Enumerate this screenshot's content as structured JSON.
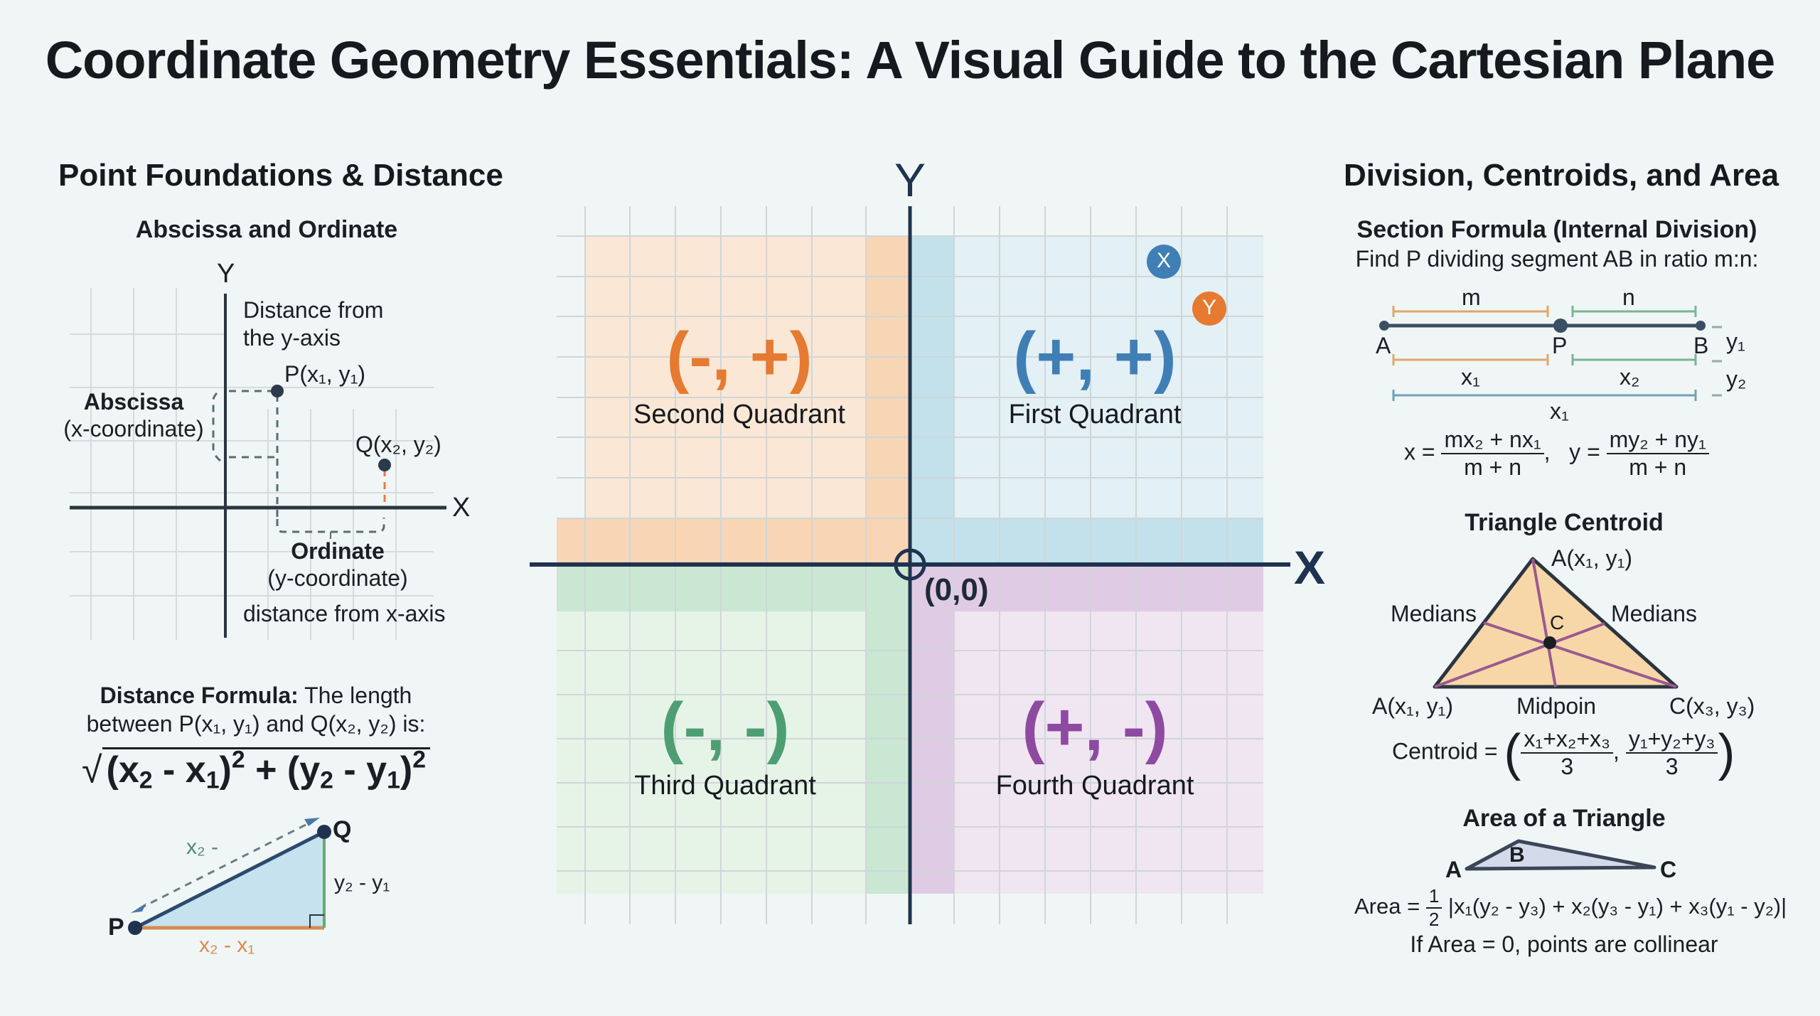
{
  "title": "Coordinate Geometry Essentials: A Visual Guide to the Cartesian Plane",
  "left_panel": {
    "heading": "Point Foundations & Distance",
    "abscissa_ordinate": {
      "subheading": "Abscissa and Ordinate",
      "y_axis_label": "Y",
      "x_axis_label": "X",
      "distance_from_y_line1": "Distance from",
      "distance_from_y_line2": "the y-axis",
      "point_p": "P(x₁, y₁)",
      "point_q": "Q(x₂, y₂)",
      "abscissa_label": "Abscissa",
      "abscissa_sub": "(x-coordinate)",
      "ordinate_label": "Ordinate",
      "ordinate_sub": "(y-coordinate)",
      "ordinate_desc": "distance from x-axis"
    },
    "distance": {
      "lead_bold": "Distance Formula:",
      "lead_rest": " The length",
      "line2": "between P(x₁, y₁) and Q(x₂, y₂) is:",
      "formula": "√((x₂ - x₁)² + (y₂ - y₁)²)",
      "point_p": "P",
      "point_q": "Q",
      "hyp_label": "x₂ -",
      "vertical_label": "y₂ - y₁",
      "horizontal_label": "x₂ - x₁"
    }
  },
  "center_panel": {
    "y_axis_label": "Y",
    "x_axis_label": "X",
    "origin_label": "(0,0)",
    "badge_x": "X",
    "badge_y": "Y",
    "quadrants": [
      {
        "sign": "(+, +)",
        "name": "First Quadrant",
        "color": "#3f7fb5"
      },
      {
        "sign": "(-, +)",
        "name": "Second Quadrant",
        "color": "#e67a30"
      },
      {
        "sign": "(-, -)",
        "name": "Third Quadrant",
        "color": "#4e9e74"
      },
      {
        "sign": "(+, -)",
        "name": "Fourth Quadrant",
        "color": "#8e4aa0"
      }
    ]
  },
  "right_panel": {
    "heading": "Division, Centroids, and Area",
    "section": {
      "subheading": "Section Formula (Internal Division)",
      "desc": "Find P dividing segment AB in ratio m:n:",
      "label_m": "m",
      "label_n": "n",
      "label_a": "A",
      "label_p": "P",
      "label_b": "B",
      "label_y1": "y₁",
      "label_y2": "y₂",
      "label_x1": "x₁",
      "label_x2": "x₂",
      "label_x1_total": "x₁",
      "x_lhs": "x =",
      "x_num": "mx₂ + nx₁",
      "x_den": "m + n",
      "y_lhs": "y =",
      "y_num": "my₂ + ny₁",
      "y_den": "m + n"
    },
    "centroid": {
      "subheading": "Triangle Centroid",
      "vertex_top": "A(x₁, y₁)",
      "vertex_left": "A(x₁, y₁)",
      "vertex_right": "C(x₃, y₃)",
      "medians_left": "Medians",
      "medians_right": "Medians",
      "center_label": "C",
      "midpoint_label": "Midpoin",
      "formula_lhs": "Centroid =",
      "x_num": "x₁+x₂+x₃",
      "x_den": "3",
      "y_num": "y₁+y₂+y₃",
      "y_den": "3"
    },
    "area": {
      "subheading": "Area of a Triangle",
      "label_a": "A",
      "label_b": "B",
      "label_c": "C",
      "formula_lhs": "Area =",
      "half_num": "1",
      "half_den": "2",
      "formula_body": "|x₁(y₂ - y₃) + x₂(y₃ - y₁) + x₃(y₁ - y₂)|",
      "note": "If Area = 0, points are collinear"
    }
  }
}
